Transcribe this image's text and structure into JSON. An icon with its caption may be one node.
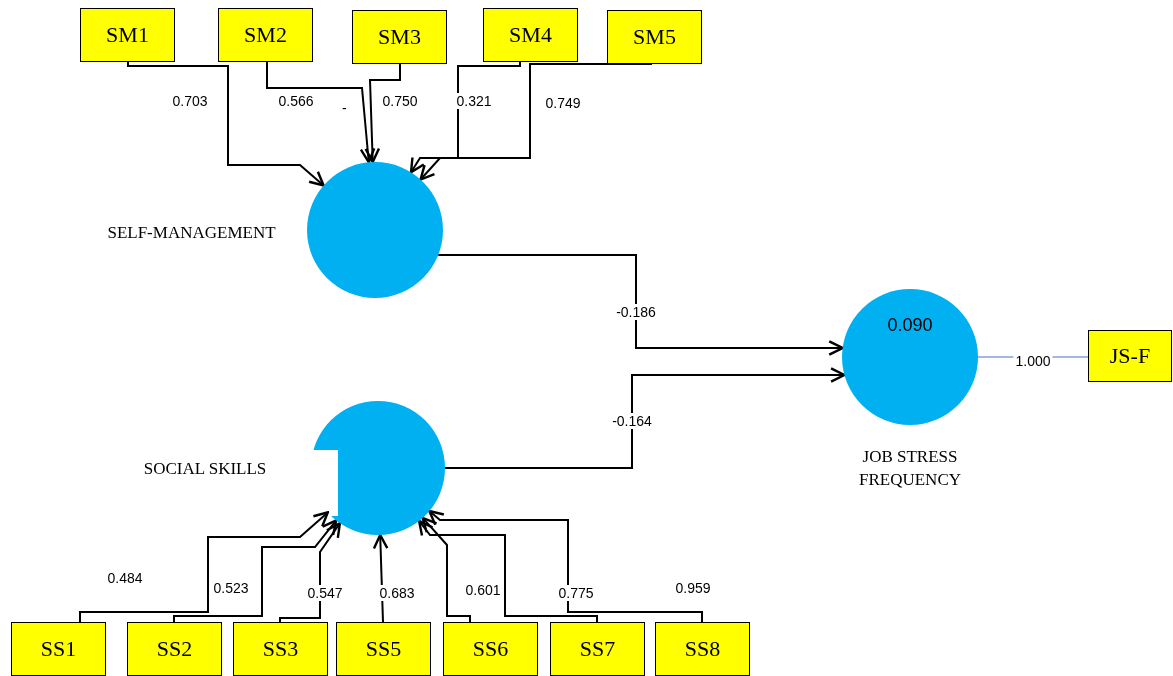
{
  "diagram": {
    "nodes": [
      {
        "text": [
          "SM1"
        ]
      },
      {
        "text": [
          "SM2"
        ]
      },
      {
        "text": [
          "SM3"
        ]
      },
      {
        "text": [
          "SM4"
        ]
      },
      {
        "text": [
          "SM5"
        ]
      },
      {
        "text": [],
        "shape": "circle",
        "beside": [
          "SELF-MANAGEMENT"
        ]
      },
      {
        "text": [],
        "shape": "circle",
        "beside": [
          "SOCIAL SKILLS"
        ]
      },
      {
        "text": [
          "0.090"
        ],
        "beside": [
          "JOB STRESS FREQUENCY"
        ]
      },
      {
        "text": [
          "JS-F"
        ]
      },
      {
        "text": [
          "SS1"
        ]
      },
      {
        "text": [
          "SS2"
        ]
      },
      {
        "text": [
          "SS3"
        ]
      },
      {
        "text": [
          "SS5"
        ]
      },
      {
        "text": [
          "SS6"
        ]
      },
      {
        "text": [
          "SS7"
        ]
      },
      {
        "text": [
          "SS8"
        ]
      }
    ],
    "edges": [
      {
        "from": 0,
        "to": 5,
        "arrow": "to",
        "label": "0.703"
      },
      {
        "from": 1,
        "to": 5,
        "arrow": "to",
        "label": "0.566"
      },
      {
        "from": 2,
        "to": 5,
        "arrow": "to",
        "label": "0.750"
      },
      {
        "from": 3,
        "to": 5,
        "arrow": "to",
        "label": "0.321"
      },
      {
        "from": 4,
        "to": 5,
        "arrow": "to",
        "label": "0.749"
      },
      {
        "from": 5,
        "to": 7,
        "arrow": "to",
        "label": "-0.186"
      },
      {
        "from": 6,
        "to": 7,
        "arrow": "to",
        "label": "-0.164"
      },
      {
        "from": 7,
        "to": 8,
        "arrow": "none",
        "label": "1.000",
        "color": "#4472c4"
      },
      {
        "from": 9,
        "to": 6,
        "arrow": "to",
        "label": "0.484"
      },
      {
        "from": 10,
        "to": 6,
        "arrow": "to",
        "label": "0.523"
      },
      {
        "from": 11,
        "to": 6,
        "arrow": "to",
        "label": "0.547"
      },
      {
        "from": 12,
        "to": 6,
        "arrow": "to",
        "label": "0.683"
      },
      {
        "from": 13,
        "to": 6,
        "arrow": "to",
        "label": "0.601"
      },
      {
        "from": 14,
        "to": 6,
        "arrow": "to",
        "label": "0.775"
      },
      {
        "from": 15,
        "to": 6,
        "arrow": "to",
        "label": "0.959"
      }
    ],
    "labels": [
      "-"
    ]
  }
}
